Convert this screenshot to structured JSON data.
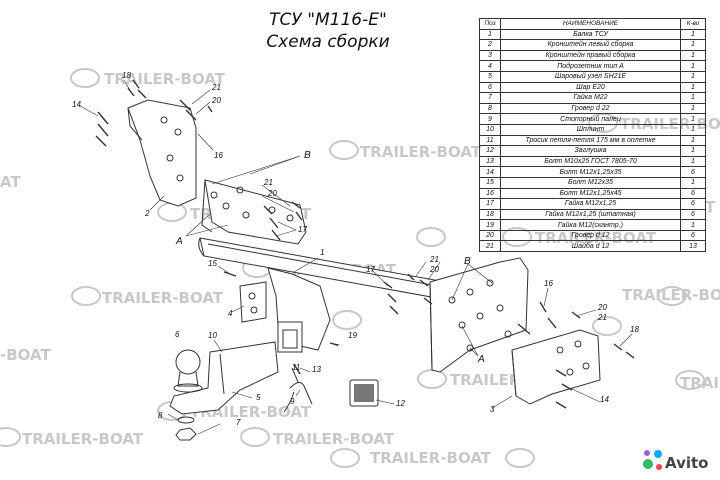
{
  "title_line1": "ТСУ \"M116-E\"",
  "title_line2": "Схема сборки",
  "watermark_text": "TRAILER-BOAT",
  "watermark_edge_texts": [
    "AT",
    "T",
    "-BOAT"
  ],
  "marketplace_logo": "Avito",
  "colors": {
    "line": "#333333",
    "watermark": "#c8c8c8",
    "background": "#ffffff"
  },
  "parts_table": {
    "headers": [
      "Поз",
      "НАИМЕНОВАНИЕ",
      "К-во"
    ],
    "rows": [
      [
        "1",
        "Балка ТСУ",
        "1"
      ],
      [
        "2",
        "Кронштейн левый сборка",
        "1"
      ],
      [
        "3",
        "Кронштейн правый сборка",
        "1"
      ],
      [
        "4",
        "Подрозетник тип А",
        "1"
      ],
      [
        "5",
        "Шаровый узел SH21E",
        "1"
      ],
      [
        "6",
        "Шар Е20",
        "1"
      ],
      [
        "7",
        "Гайка М22",
        "1"
      ],
      [
        "8",
        "Гровер d 22",
        "1"
      ],
      [
        "9",
        "Стопорный палец",
        "1"
      ],
      [
        "10",
        "Шплинт",
        "1"
      ],
      [
        "11",
        "Тросик петля-петля 175 мм в оплетке",
        "1"
      ],
      [
        "12",
        "Заглушка",
        "1"
      ],
      [
        "13",
        "Болт М10х25 ГОСТ 7805-70",
        "1"
      ],
      [
        "14",
        "Болт М12х1,25х35",
        "6"
      ],
      [
        "15",
        "Болт М12х35",
        "1"
      ],
      [
        "16",
        "Болт М12х1,25х45",
        "6"
      ],
      [
        "17",
        "Гайка М12х1,25",
        "6"
      ],
      [
        "18",
        "Гайка М12х1,25 (штатная)",
        "6"
      ],
      [
        "19",
        "Гайка М12(скантр.)",
        "1"
      ],
      [
        "20",
        "Гровер d 12",
        "6"
      ],
      [
        "21",
        "Шайба d 12",
        "13"
      ]
    ]
  },
  "callouts": [
    {
      "id": "c18a",
      "text": "18"
    },
    {
      "id": "c14a",
      "text": "14"
    },
    {
      "id": "c21a",
      "text": "21"
    },
    {
      "id": "c20a",
      "text": "20"
    },
    {
      "id": "c16a",
      "text": "16"
    },
    {
      "id": "c2",
      "text": "2"
    },
    {
      "id": "cBa",
      "text": "B"
    },
    {
      "id": "c21b",
      "text": "21"
    },
    {
      "id": "c20b",
      "text": "20"
    },
    {
      "id": "c17a",
      "text": "17"
    },
    {
      "id": "cAa",
      "text": "A"
    },
    {
      "id": "c1",
      "text": "1"
    },
    {
      "id": "c15",
      "text": "15"
    },
    {
      "id": "c4",
      "text": "4"
    },
    {
      "id": "c6",
      "text": "6"
    },
    {
      "id": "c10",
      "text": "10"
    },
    {
      "id": "c13",
      "text": "13"
    },
    {
      "id": "c11",
      "text": "11"
    },
    {
      "id": "c5",
      "text": "5"
    },
    {
      "id": "c9",
      "text": "9"
    },
    {
      "id": "c8",
      "text": "8"
    },
    {
      "id": "c7",
      "text": "7"
    },
    {
      "id": "c12",
      "text": "12"
    },
    {
      "id": "c19",
      "text": "19"
    },
    {
      "id": "c17b",
      "text": "17"
    },
    {
      "id": "c21c",
      "text": "21"
    },
    {
      "id": "c20c",
      "text": "20"
    },
    {
      "id": "cBb",
      "text": "B"
    },
    {
      "id": "cAb",
      "text": "A"
    },
    {
      "id": "c16b",
      "text": "16"
    },
    {
      "id": "c20d",
      "text": "20"
    },
    {
      "id": "c21d",
      "text": "21"
    },
    {
      "id": "c18b",
      "text": "18"
    },
    {
      "id": "c14b",
      "text": "14"
    },
    {
      "id": "c3",
      "text": "3"
    }
  ]
}
